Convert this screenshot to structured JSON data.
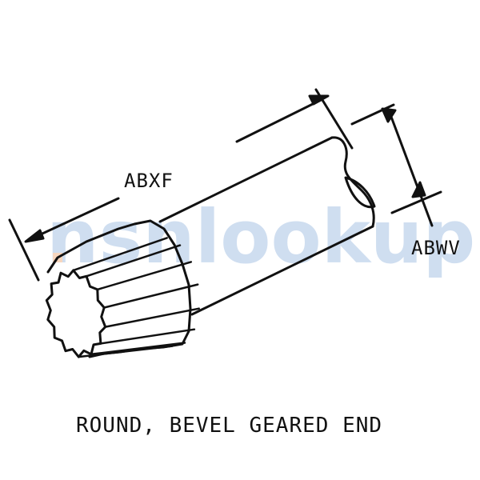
{
  "watermark": {
    "brand": "nsnlookup",
    "brand_color": "#a9c4e4",
    "dot_color": "#f2b58a"
  },
  "labels": {
    "length_dim": "ABXF",
    "diameter_dim": "ABWV",
    "caption": "ROUND, BEVEL GEARED END"
  },
  "colors": {
    "ink": "#111111",
    "background": "#ffffff"
  },
  "gear": {
    "teeth": 14
  }
}
